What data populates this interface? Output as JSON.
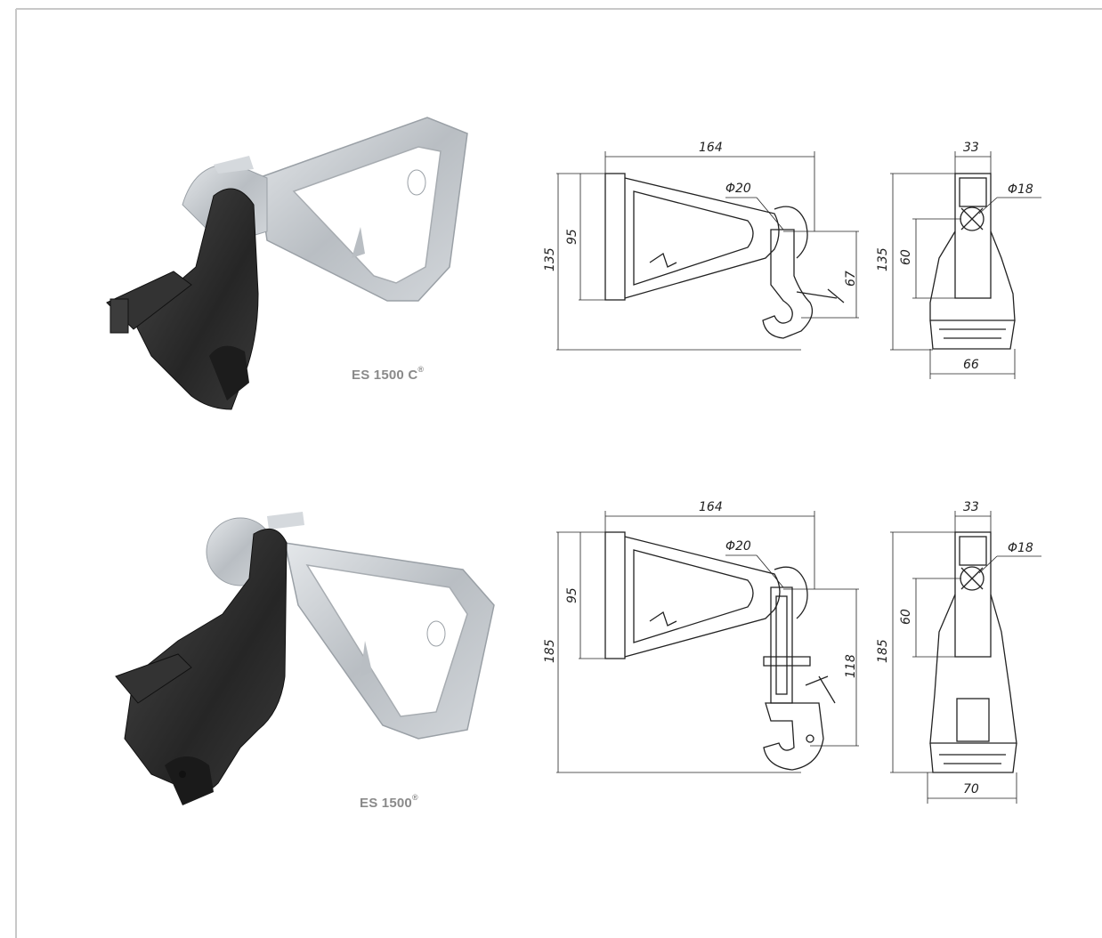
{
  "products": [
    {
      "name": "ES 1500 C",
      "mark": "®",
      "side_view": {
        "width": "164",
        "height_total": "135",
        "height_body": "95",
        "hook_diameter": "Φ20",
        "hook_height": "67"
      },
      "front_view": {
        "width_top": "33",
        "hole_diameter": "Φ18",
        "height_total": "135",
        "hole_offset": "60",
        "width_bottom": "66"
      }
    },
    {
      "name": "ES 1500",
      "mark": "®",
      "side_view": {
        "width": "164",
        "height_total": "185",
        "height_body": "95",
        "hook_diameter": "Φ20",
        "hook_height": "118"
      },
      "front_view": {
        "width_top": "33",
        "hole_diameter": "Φ18",
        "height_total": "185",
        "hole_offset": "60",
        "width_bottom": "70"
      }
    }
  ],
  "colors": {
    "frame": "#c8c8c8",
    "label": "#8a8a8a",
    "line": "#222222",
    "metal": "#c9cdd1",
    "plastic": "#2b2b2b"
  }
}
